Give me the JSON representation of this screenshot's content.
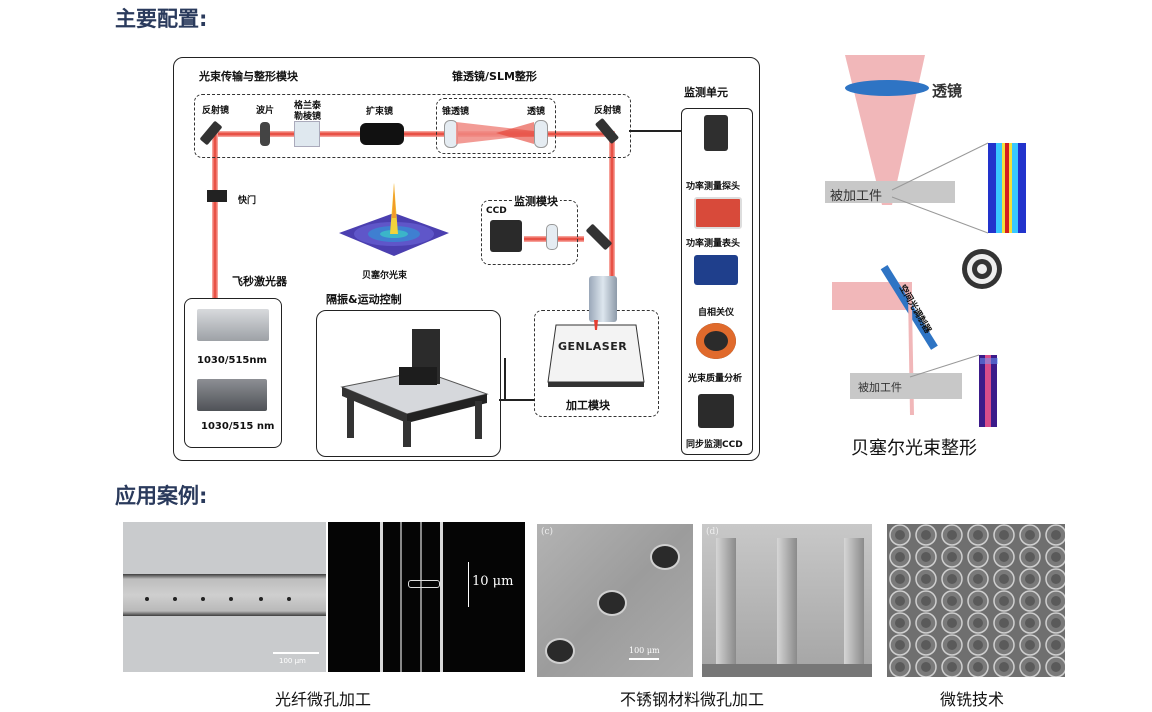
{
  "headings": {
    "config": "主要配置:",
    "applications": "应用案例:"
  },
  "diagram": {
    "beam_module": "光束传输与整形模块",
    "axicon_slm": "锥透镜/SLM整形",
    "monitor_unit": "监测单元",
    "reflector_left": "反射镜",
    "waveplate": "波片",
    "glan_line1": "格兰泰",
    "glan_line2": "勒棱镜",
    "expander": "扩束镜",
    "axicon": "锥透镜",
    "lens": "透镜",
    "reflector_right": "反射镜",
    "shutter": "快门",
    "bessel_beam": "贝塞尔光束",
    "monitor_module": "监测模块",
    "ccd": "CCD",
    "fs_laser": "飞秒激光器",
    "laser1_wl": "1030/515nm",
    "laser2_wl": "1030/515 nm",
    "isolation_motion": "隔振&运动控制",
    "genlaser": "GENLASER",
    "process_module": "加工模块",
    "monitor_items": [
      "功率测量探头",
      "功率测量表头",
      "自相关仪",
      "光束质量分析",
      "同步监测CCD"
    ]
  },
  "right_panel": {
    "lens": "透镜",
    "workpiece1": "被加工件",
    "slm": "空间光调制器",
    "workpiece2": "被加工件",
    "caption": "贝塞尔光束整形"
  },
  "applications": {
    "scale_100um_1": "100 μm",
    "scale_10um": "10 μm",
    "label_c": "(c)",
    "scale_100um_2": "100 μm",
    "label_d": "(d)",
    "caption_fiber": "光纤微孔加工",
    "caption_steel": "不锈钢材料微孔加工",
    "caption_milling": "微铣技术"
  },
  "colors": {
    "heading": "#2a3a5c",
    "beam": "#e53e31",
    "cone": "#f1b7b9",
    "lens_blue": "#2e74c4"
  }
}
